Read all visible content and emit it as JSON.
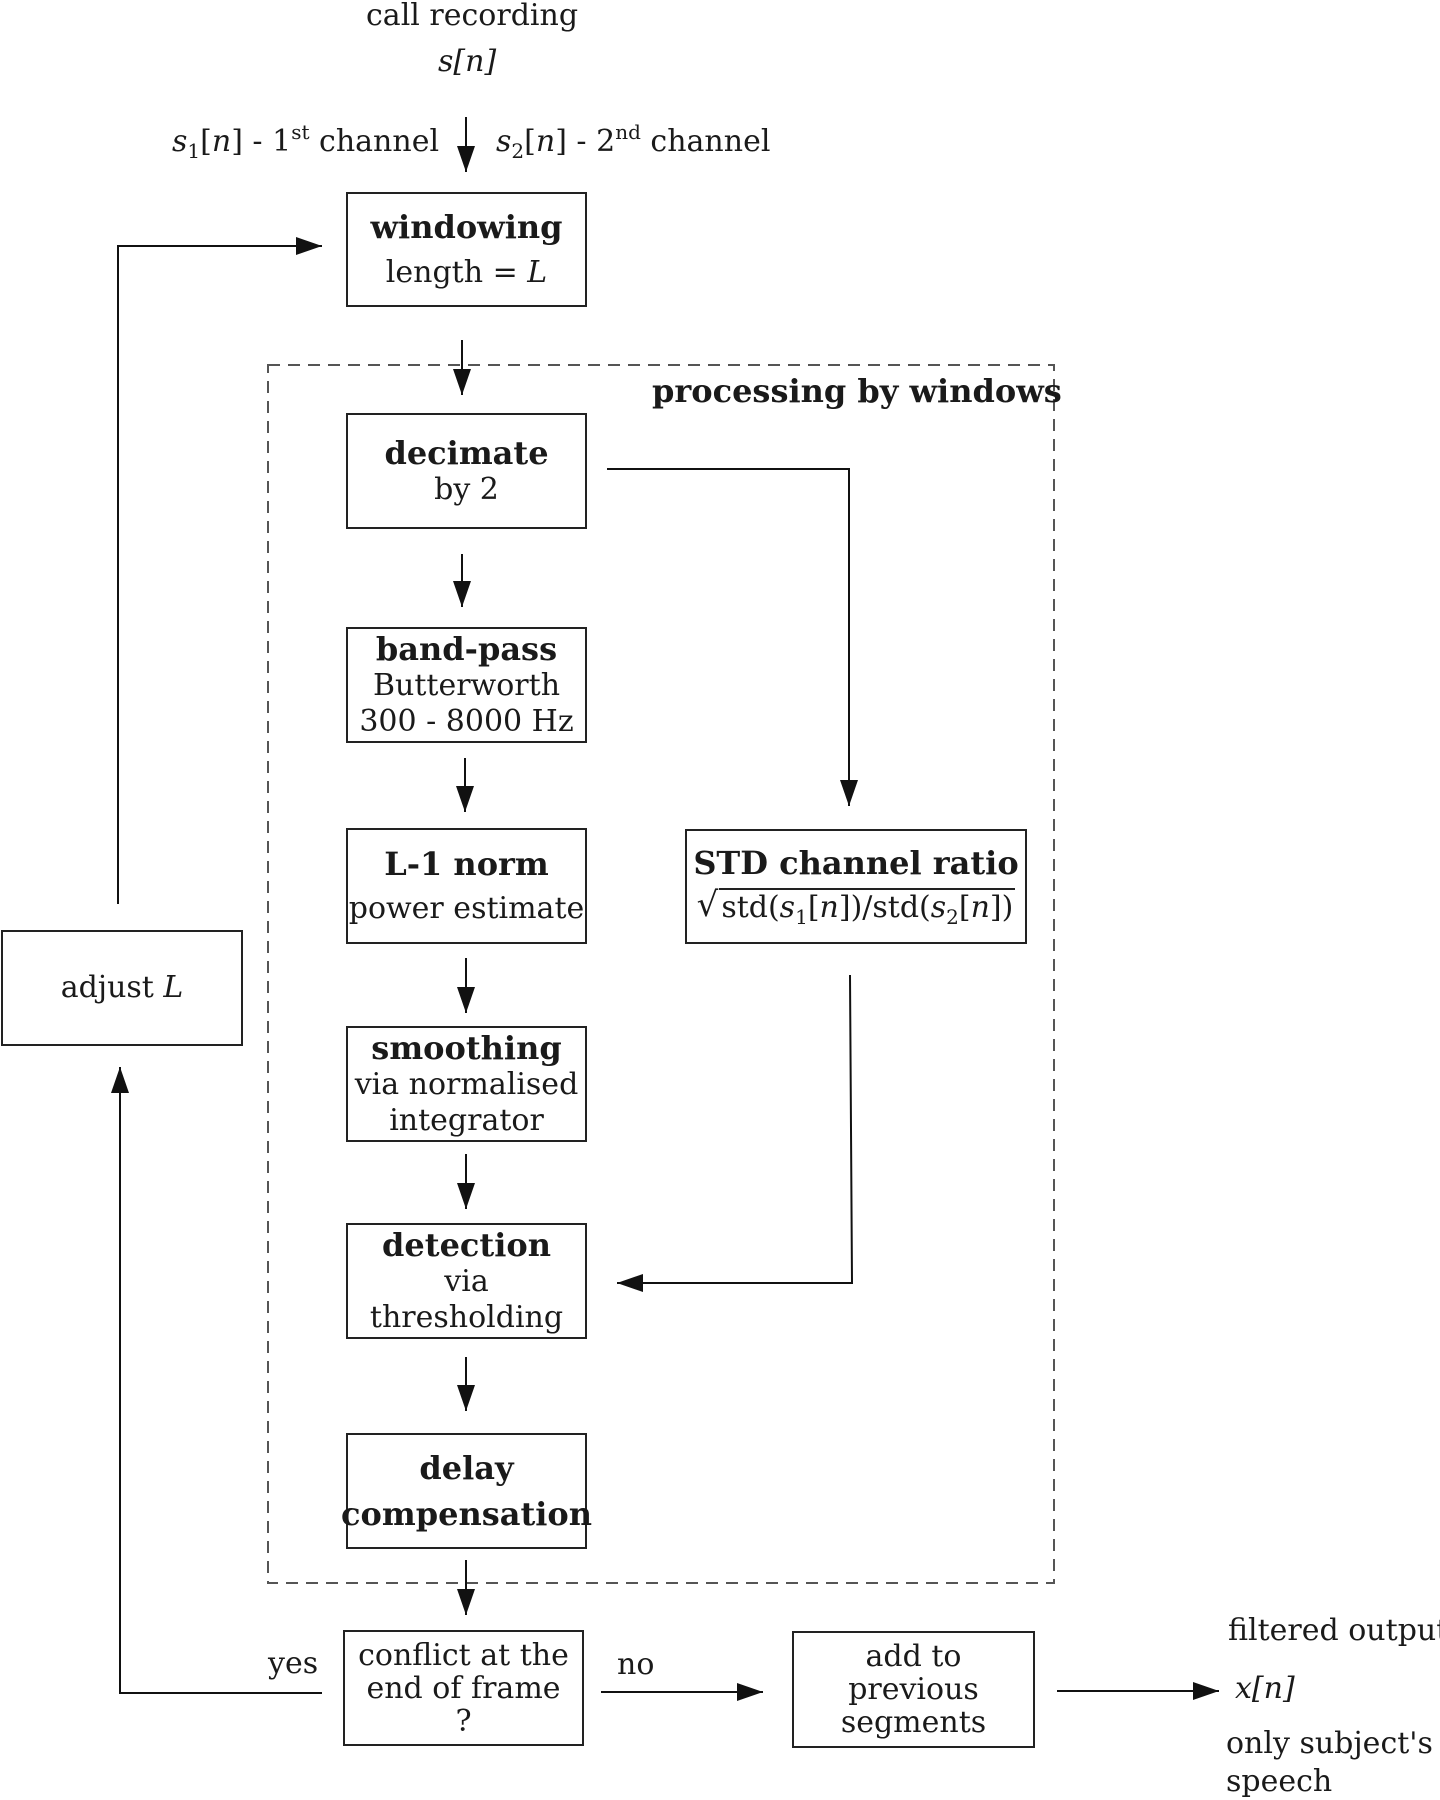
{
  "input": {
    "title": "call recording",
    "signal": "s[n]"
  },
  "channels": {
    "left": "s1[n] - 1st channel",
    "right": "s2[n] - 2nd channel"
  },
  "region_label": "processing by windows",
  "nodes": {
    "windowing": {
      "title": "windowing",
      "sub": "length = L"
    },
    "decimate": {
      "title": "decimate",
      "sub": "by 2"
    },
    "bandpass": {
      "title": "band-pass",
      "sub1": "Butterworth",
      "sub2": "300 - 8000 Hz"
    },
    "l1norm": {
      "title": "L-1 norm",
      "sub": "power estimate"
    },
    "std": {
      "title": "STD channel ratio",
      "formula": "√std(s1[n])/std(s2[n])"
    },
    "smoothing": {
      "title": "smoothing",
      "sub1": "via normalised",
      "sub2": "integrator"
    },
    "detection": {
      "title": "detection",
      "sub1": "via",
      "sub2": "thresholding"
    },
    "delay": {
      "title1": "delay",
      "title2": "compensation"
    },
    "conflict": {
      "line1": "conflict at the",
      "line2": "end of frame",
      "line3": "?"
    },
    "adjust": {
      "text": "adjust L"
    },
    "add": {
      "line1": "add to",
      "line2": "previous",
      "line3": "segments"
    }
  },
  "edges": {
    "yes": "yes",
    "no": "no"
  },
  "output": {
    "title": "filtered output",
    "signal": "x[n]",
    "note1": "only subject's",
    "note2": "speech"
  }
}
